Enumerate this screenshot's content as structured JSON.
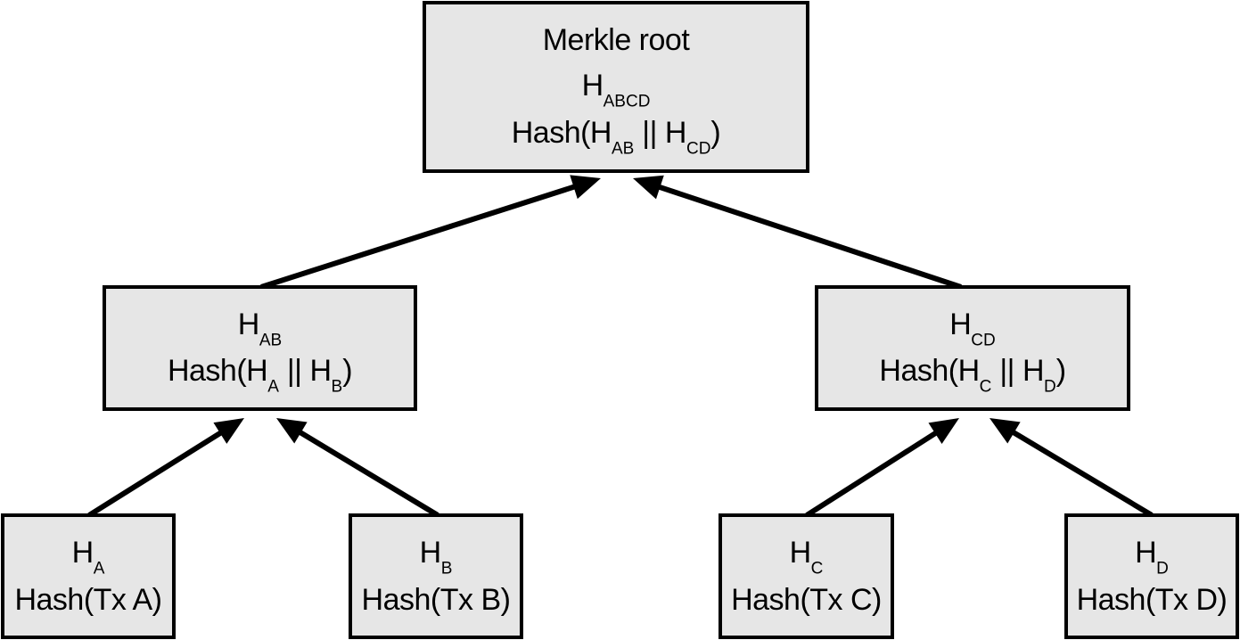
{
  "root": {
    "title": "Merkle root",
    "hash_letter": "H",
    "hash_sub": "ABCD",
    "formula_prefix": "Hash(H",
    "formula_sub1": "AB",
    "formula_mid": " || H",
    "formula_sub2": "CD",
    "formula_suffix": ")"
  },
  "level1": [
    {
      "hash_letter": "H",
      "hash_sub": "AB",
      "formula_prefix": "Hash(H",
      "formula_sub1": "A",
      "formula_mid": " || H",
      "formula_sub2": "B",
      "formula_suffix": ")"
    },
    {
      "hash_letter": "H",
      "hash_sub": "CD",
      "formula_prefix": "Hash(H",
      "formula_sub1": "C",
      "formula_mid": " || H",
      "formula_sub2": "D",
      "formula_suffix": ")"
    }
  ],
  "leaves": [
    {
      "hash_letter": "H",
      "hash_sub": "A",
      "formula": "Hash(Tx A)"
    },
    {
      "hash_letter": "H",
      "hash_sub": "B",
      "formula": "Hash(Tx B)"
    },
    {
      "hash_letter": "H",
      "hash_sub": "C",
      "formula": "Hash(Tx C)"
    },
    {
      "hash_letter": "H",
      "hash_sub": "D",
      "formula": "Hash(Tx D)"
    }
  ],
  "colors": {
    "node_fill": "#e6e6e6",
    "stroke": "#000000"
  }
}
